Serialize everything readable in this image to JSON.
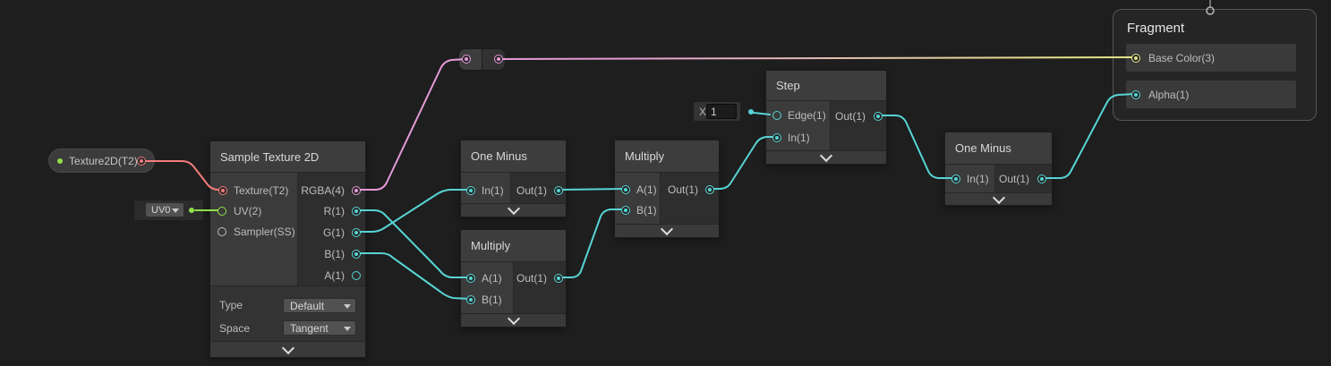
{
  "colors": {
    "background": "#1e1e1e",
    "red": "#f47c7c",
    "pink": "#e49ad8",
    "cyan": "#57d4d4",
    "green": "#8fe049",
    "yellow": "#e5e387"
  },
  "property_node": {
    "label": "Texture2D(T2)"
  },
  "uv_widget": {
    "value": "UV0"
  },
  "nodes": {
    "sample_texture": {
      "title": "Sample Texture 2D",
      "inputs": [
        "Texture(T2)",
        "UV(2)",
        "Sampler(SS)"
      ],
      "outputs": [
        "RGBA(4)",
        "R(1)",
        "G(1)",
        "B(1)",
        "A(1)"
      ],
      "controls": [
        {
          "label": "Type",
          "value": "Default"
        },
        {
          "label": "Space",
          "value": "Tangent"
        }
      ]
    },
    "one_minus_left": {
      "title": "One Minus",
      "inputs": [
        "In(1)"
      ],
      "outputs": [
        "Out(1)"
      ]
    },
    "multiply_bottom": {
      "title": "Multiply",
      "inputs": [
        "A(1)",
        "B(1)"
      ],
      "outputs": [
        "Out(1)"
      ]
    },
    "multiply_right": {
      "title": "Multiply",
      "inputs": [
        "A(1)",
        "B(1)"
      ],
      "outputs": [
        "Out(1)"
      ]
    },
    "step": {
      "title": "Step",
      "inputs": [
        "Edge(1)",
        "In(1)"
      ],
      "outputs": [
        "Out(1)"
      ],
      "edge_default": {
        "label": "X",
        "value": "1"
      }
    },
    "one_minus_right": {
      "title": "One Minus",
      "inputs": [
        "In(1)"
      ],
      "outputs": [
        "Out(1)"
      ]
    },
    "fragment": {
      "title": "Fragment",
      "slots": [
        "Base Color(3)",
        "Alpha(1)"
      ]
    }
  }
}
